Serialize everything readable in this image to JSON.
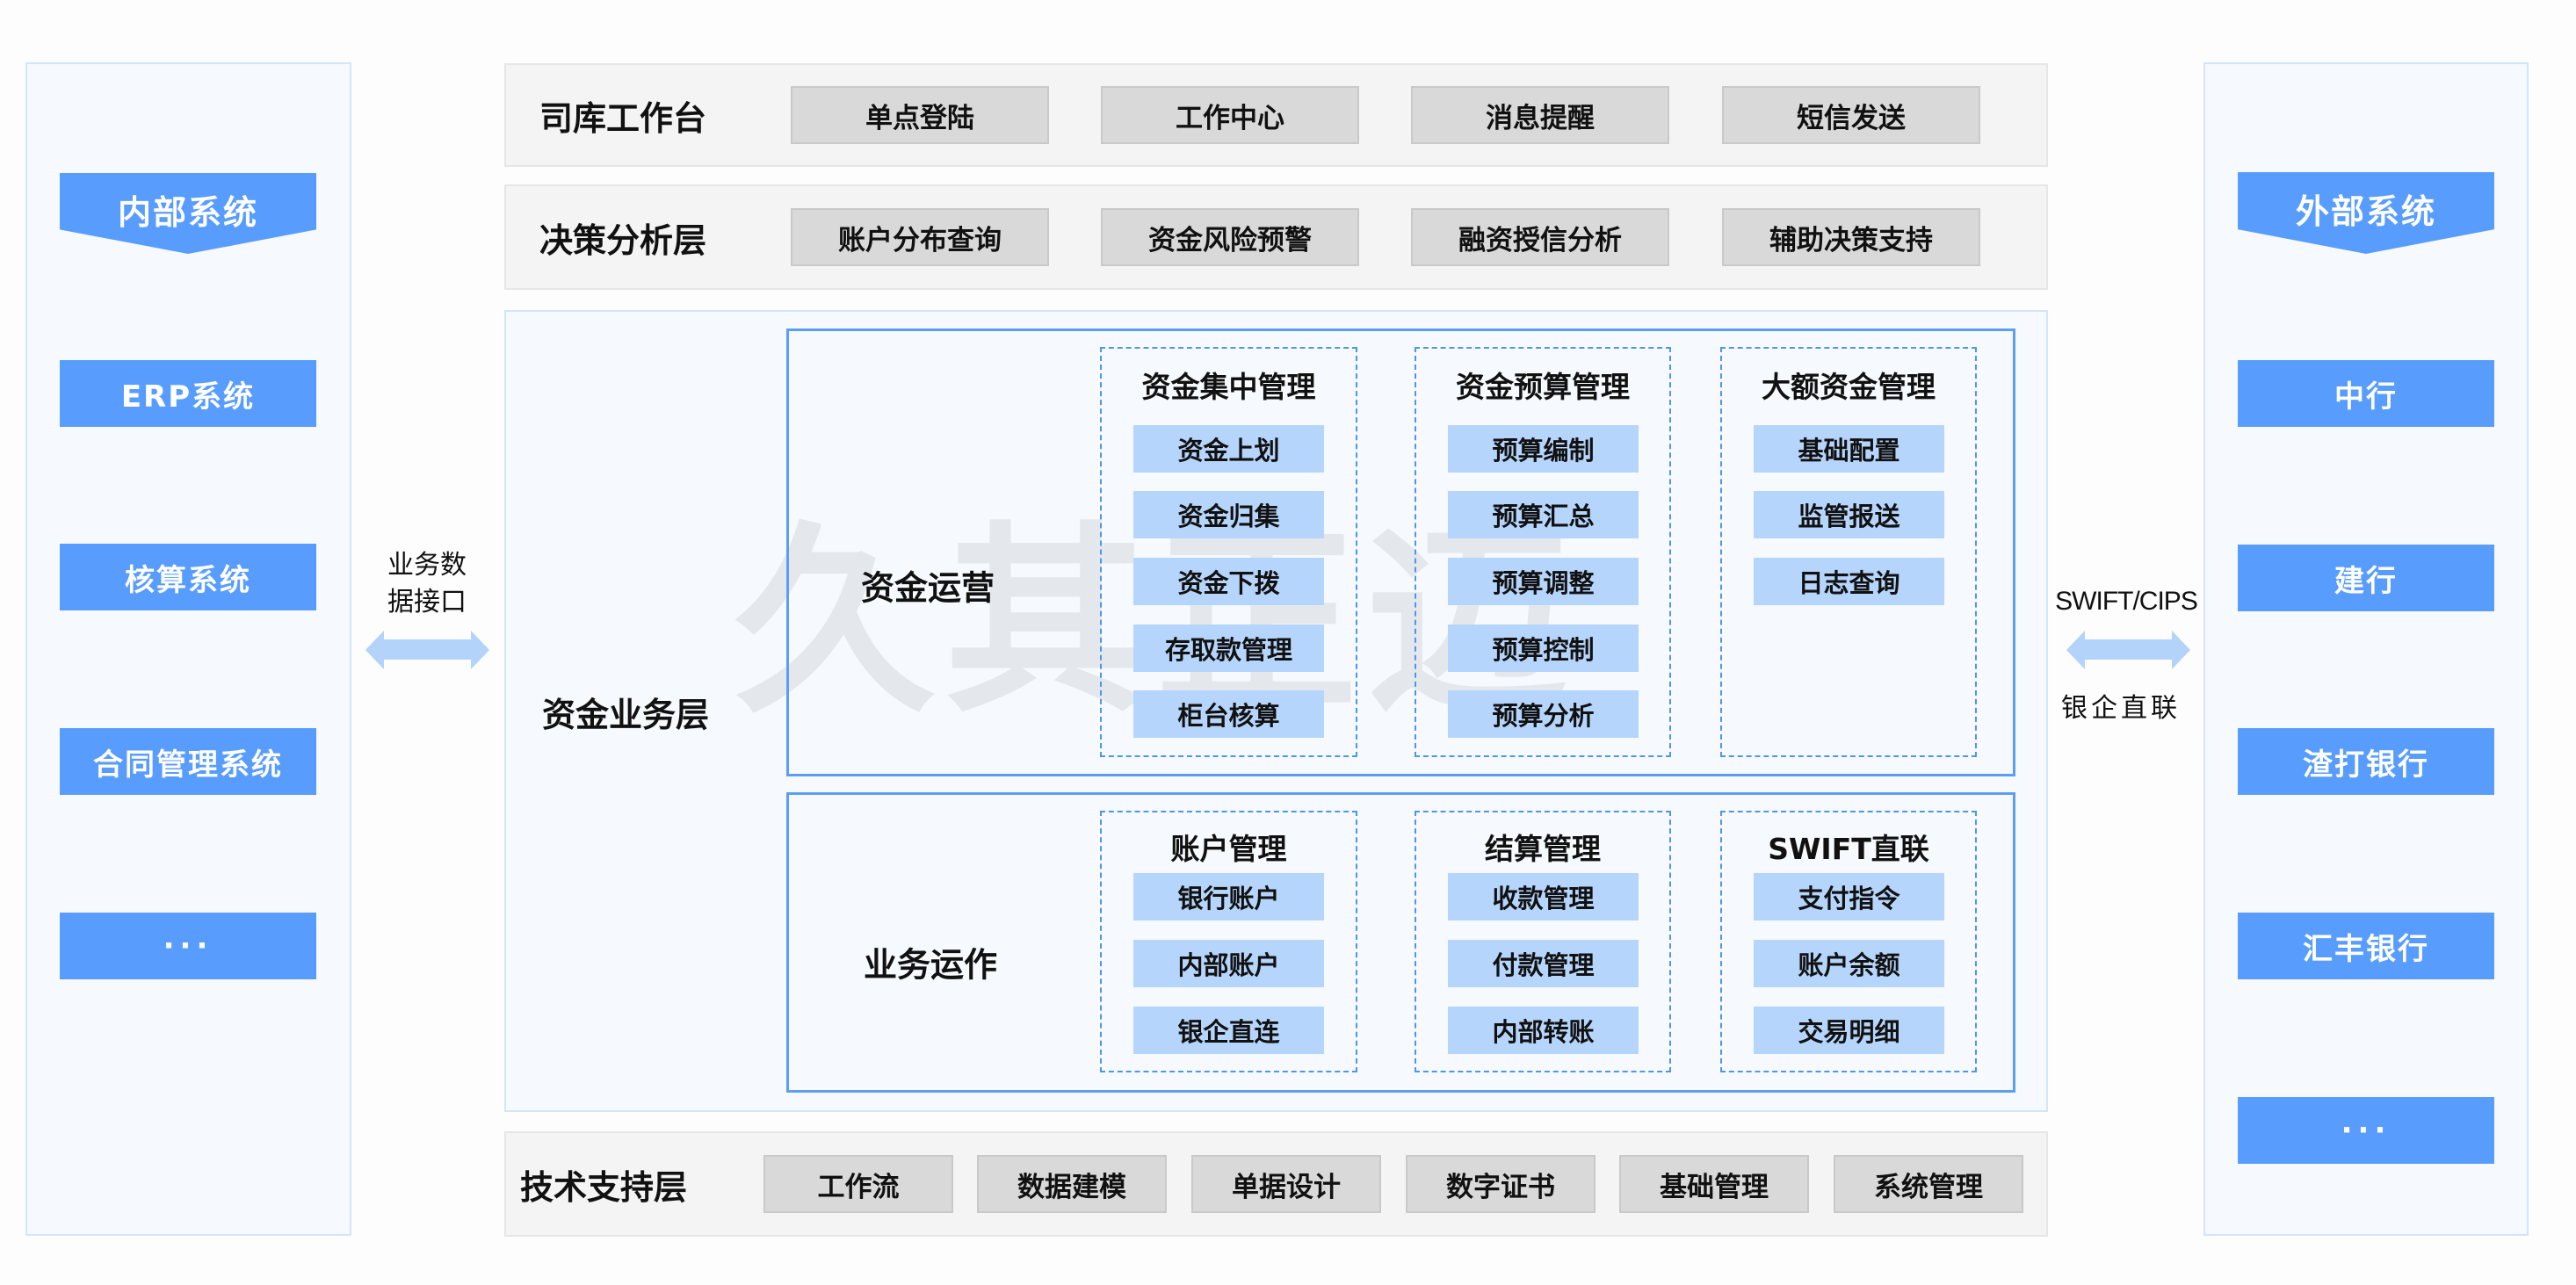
{
  "left": {
    "header": "内部系统",
    "items": [
      "ERP系统",
      "核算系统",
      "合同管理系统",
      "···"
    ]
  },
  "left_link": {
    "label_line1": "业务数",
    "label_line2": "据接口"
  },
  "right": {
    "header": "外部系统",
    "items": [
      "中行",
      "建行",
      "渣打银行",
      "汇丰银行",
      "···"
    ]
  },
  "right_link": {
    "top_label": "SWIFT/CIPS",
    "bottom_label": "银企直联"
  },
  "layers": {
    "workbench": {
      "label": "司库工作台",
      "buttons": [
        "单点登陆",
        "工作中心",
        "消息提醒",
        "短信发送"
      ]
    },
    "decision": {
      "label": "决策分析层",
      "buttons": [
        "账户分布查询",
        "资金风险预警",
        "融资授信分析",
        "辅助决策支持"
      ]
    },
    "business": {
      "label": "资金业务层",
      "watermark": "久其正迈",
      "operations": {
        "label": "资金运营",
        "columns": [
          {
            "title": "资金集中管理",
            "items": [
              "资金上划",
              "资金归集",
              "资金下拨",
              "存取款管理",
              "柜台核算"
            ]
          },
          {
            "title": "资金预算管理",
            "items": [
              "预算编制",
              "预算汇总",
              "预算调整",
              "预算控制",
              "预算分析"
            ]
          },
          {
            "title": "大额资金管理",
            "items": [
              "基础配置",
              "监管报送",
              "日志查询"
            ]
          }
        ]
      },
      "business_ops": {
        "label": "业务运作",
        "columns": [
          {
            "title": "账户管理",
            "items": [
              "银行账户",
              "内部账户",
              "银企直连"
            ]
          },
          {
            "title": "结算管理",
            "items": [
              "收款管理",
              "付款管理",
              "内部转账"
            ]
          },
          {
            "title": "SWIFT直联",
            "items": [
              "支付指令",
              "账户余额",
              "交易明细"
            ]
          }
        ]
      }
    },
    "tech": {
      "label": "技术支持层",
      "buttons": [
        "工作流",
        "数据建模",
        "单据设计",
        "数字证书",
        "基础管理",
        "系统管理"
      ]
    }
  },
  "colors": {
    "system_blue": "#589dfd",
    "item_light_blue": "#b6d5fc",
    "box_border_blue": "#5c9ff2",
    "arrow_blue": "#b3d3fb",
    "layer_gray": "#f4f4f4",
    "button_gray": "#d9d9d9"
  }
}
